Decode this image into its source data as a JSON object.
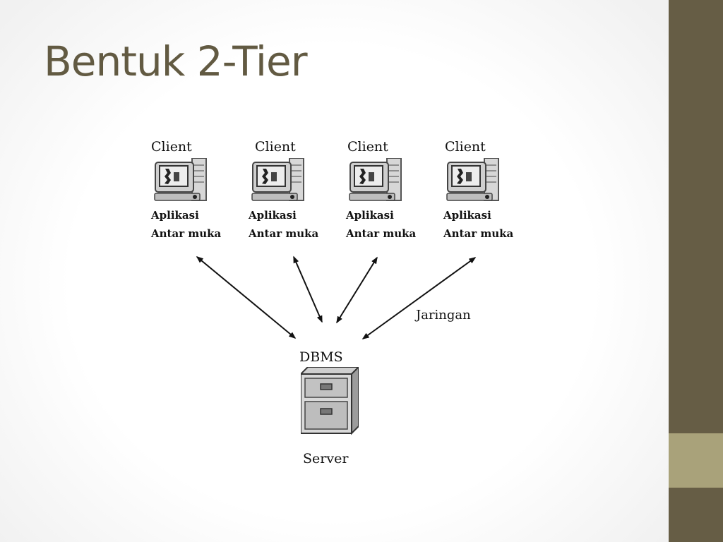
{
  "slide": {
    "title": "Bentuk 2-Tier"
  },
  "colors": {
    "title": "#625a42",
    "sidebar": "#665d45",
    "sidebar_accent": "#a9a27a"
  },
  "diagram": {
    "clients": [
      {
        "title": "Client",
        "line1": "Aplikasi",
        "line2": "Antar muka"
      },
      {
        "title": "Client",
        "line1": "Aplikasi",
        "line2": "Antar muka"
      },
      {
        "title": "Client",
        "line1": "Aplikasi",
        "line2": "Antar muka"
      },
      {
        "title": "Client",
        "line1": "Aplikasi",
        "line2": "Antar muka"
      }
    ],
    "server": {
      "top_label": "DBMS",
      "bottom_label": "Server"
    },
    "network_label": "Jaringan",
    "icons": {
      "client": "computer-icon",
      "server": "file-cabinet-icon"
    }
  }
}
